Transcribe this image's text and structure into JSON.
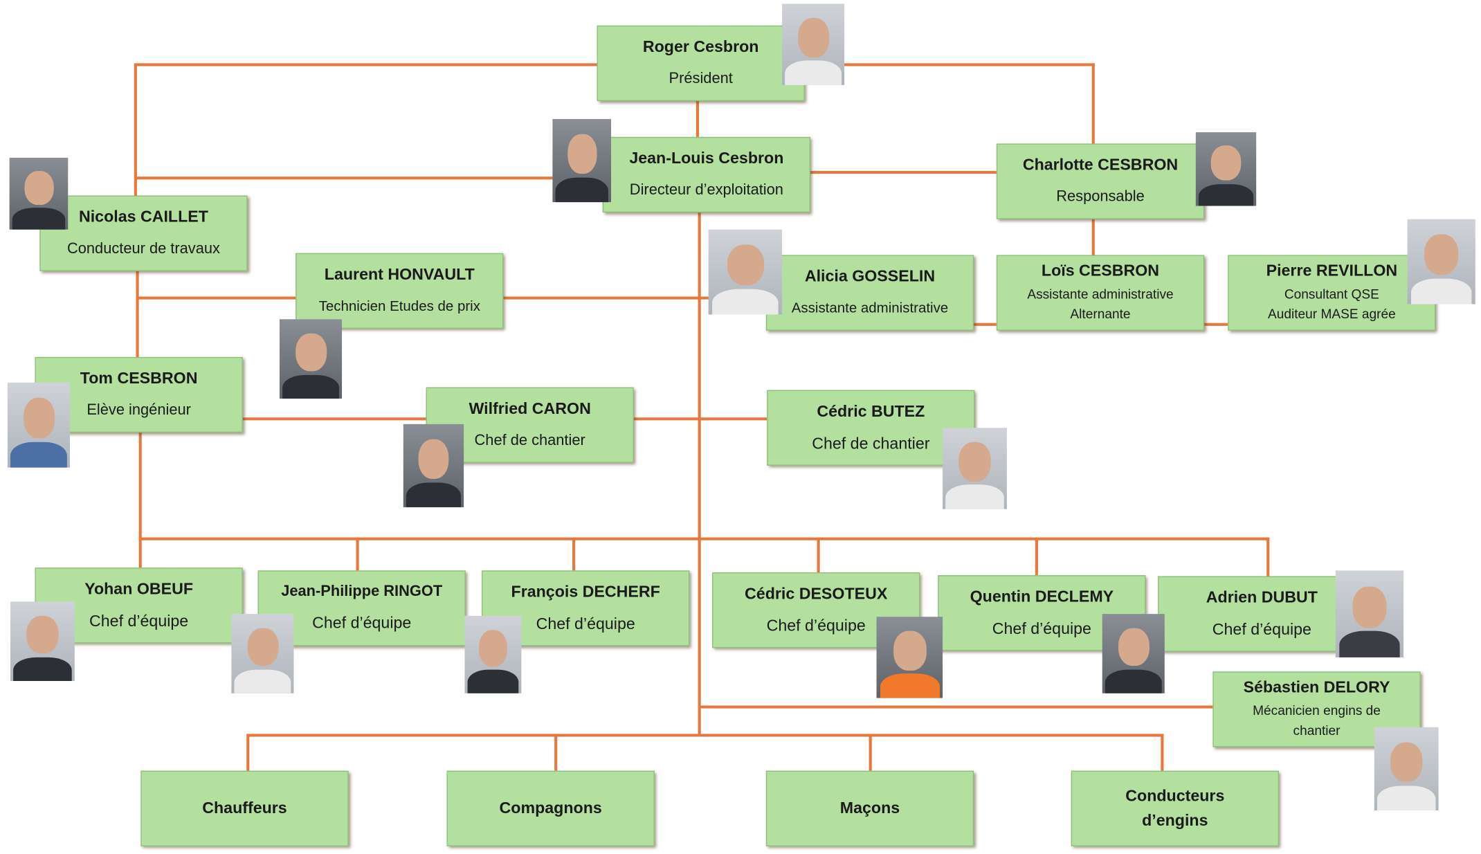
{
  "people": {
    "roger": {
      "name": "Roger Cesbron",
      "role": "Président"
    },
    "jeanlouis": {
      "name": "Jean-Louis Cesbron",
      "role": "Directeur d’exploitation"
    },
    "charlotte": {
      "name": "Charlotte CESBRON",
      "role": "Responsable"
    },
    "nicolas": {
      "name": "Nicolas CAILLET",
      "role": "Conducteur de travaux"
    },
    "laurent": {
      "name": "Laurent HONVAULT",
      "role": "Technicien Etudes de prix"
    },
    "alicia": {
      "name": "Alicia GOSSELIN",
      "role": "Assistante administrative"
    },
    "lois": {
      "name": "Loïs CESBRON",
      "role": "Assistante administrative",
      "role2": "Alternante"
    },
    "pierre": {
      "name": "Pierre REVILLON",
      "role": "Consultant QSE",
      "role2": "Auditeur MASE agrée"
    },
    "tom": {
      "name": "Tom CESBRON",
      "role": "Elève ingénieur"
    },
    "wilfried": {
      "name": "Wilfried CARON",
      "role": "Chef de chantier"
    },
    "butez": {
      "name": "Cédric BUTEZ",
      "role": "Chef de chantier"
    },
    "yohan": {
      "name": "Yohan OBEUF",
      "role": "Chef d’équipe"
    },
    "ringot": {
      "name": "Jean-Philippe RINGOT",
      "role": "Chef d’équipe"
    },
    "francois": {
      "name": "François DECHERF",
      "role": "Chef d’équipe"
    },
    "desoteux": {
      "name": "Cédric DESOTEUX",
      "role": "Chef d’équipe"
    },
    "quentin": {
      "name": "Quentin DECLEMY",
      "role": "Chef d’équipe"
    },
    "adrien": {
      "name": "Adrien DUBUT",
      "role": "Chef d’équipe"
    },
    "sebastien": {
      "name": "Sébastien DELORY",
      "role": "Mécanicien engins de",
      "role2": "chantier"
    }
  },
  "groups": {
    "chauffeurs": "Chauffeurs",
    "compagnons": "Compagnons",
    "macons": "Maçons",
    "conducteurs1": "Conducteurs",
    "conducteurs2": "d’engins"
  },
  "colors": {
    "box": "#b3e09f",
    "line": "#e8773a"
  }
}
